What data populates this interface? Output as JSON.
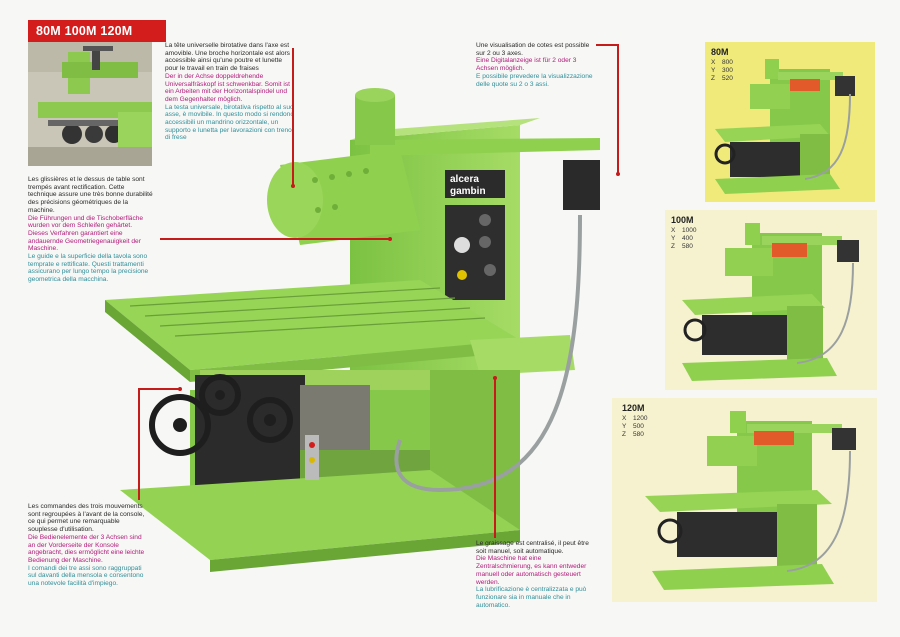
{
  "header": {
    "title": "80M  100M  120M"
  },
  "colors": {
    "accent": "#d31d1d",
    "machine_green": "#8fd14f",
    "panel_yellow": "#f0ea7a",
    "german_text": "#b01a7a",
    "italian_text": "#2f8f9a"
  },
  "brand": {
    "line1": "alcera",
    "line2": "gambin"
  },
  "callouts": {
    "head": {
      "fr": "La tête universelle birotative dans l'axe est amovible. Une broche horizontale est alors accessible ainsi qu'une poutre et lunette pour le travail en train de fraises",
      "de": "Der in der Achse doppeldrehende Universalfräskopf ist schwenkbar. Somit ist ein Arbeiten mit der Horizontalspindel und dem Gegenhalter möglich.",
      "it": "La testa universale, birotativa rispetto al suo asse, è movibile. In questo modo si rendono accessibili un mandrino orizzontale, un supporto e lunetta per lavorazioni con treno di frese"
    },
    "slides": {
      "fr": "Les glissières et le dessus de table sont trempés avant rectification. Cette technique assure une très bonne durabilité des précisions géométriques de la machine.",
      "de": "Die Führungen und die Tischoberfläche wurden vor dem Schleifen gehärtet. Dieses Verfahren garantiert eine andauernde Geometriegenauigkeit der Maschine.",
      "it": "Le guide e la superficie della tavola sono temprate e rettificate. Questi trattamenti assicurano per lungo tempo la precisione geometrica della macchina."
    },
    "controls": {
      "fr": "Les commandes des trois mouvements sont regroupées à l'avant de la console, ce qui permet une remarquable souplesse d'utilisation.",
      "de": "Die Bedienelemente der 3 Achsen sind an der Vorderseite der Konsole angebracht, dies ermöglicht eine leichte Bedienung der Maschine.",
      "it": "I comandi dei tre assi sono raggruppati sul davanti della mensola e consentono una notevole facilità d'impiego."
    },
    "readout": {
      "fr": "Une visualisation de cotes est possible sur 2 ou 3 axes.",
      "de": "Eine Digitalanzeige ist für 2 oder 3 Achsen möglich.",
      "it": "E possibile prevedere la visualizzazione delle quote su 2 o 3 assi."
    },
    "lubrication": {
      "fr": "Le graissage est centralisé, il peut être soit manuel, soit automatique.",
      "de": "Die Maschine hat eine Zentralschmierung, es kann entweder manuell oder automatisch gesteuert werden.",
      "it": "La lubrificazione è centralizzata e può funzionare sia in manuale che in automatico."
    }
  },
  "models": [
    {
      "name": "80M",
      "specs": [
        {
          "axis": "X",
          "value": "800"
        },
        {
          "axis": "Y",
          "value": "300"
        },
        {
          "axis": "Z",
          "value": "520"
        }
      ]
    },
    {
      "name": "100M",
      "specs": [
        {
          "axis": "X",
          "value": "1000"
        },
        {
          "axis": "Y",
          "value": "400"
        },
        {
          "axis": "Z",
          "value": "580"
        }
      ]
    },
    {
      "name": "120M",
      "specs": [
        {
          "axis": "X",
          "value": "1200"
        },
        {
          "axis": "Y",
          "value": "500"
        },
        {
          "axis": "Z",
          "value": "580"
        }
      ]
    }
  ]
}
